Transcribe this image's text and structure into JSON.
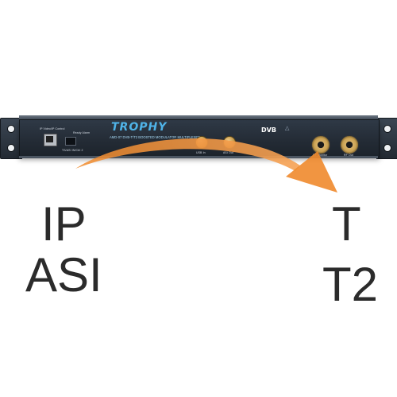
{
  "device": {
    "brand": "TROPHY",
    "subtitle": "AMD-07 DVB-T/T2 BOOSTED MODULATOR MULTIPLEXER",
    "panel_labels": {
      "ip_control": "IP Video/IP Control",
      "ready_alarm": "Ready Alarm",
      "asi_input": "TS/ASI IN/Ctrl 2",
      "knob1": "USB In",
      "knob2": "ASI Out",
      "rf_monitor": "RF Monitor",
      "rf_out": "RF Out"
    },
    "dvb_logo": "DVB",
    "accent_color": "#4fb3e8",
    "arrow_color": "#f08a2c"
  },
  "labels": {
    "input_1": "IP",
    "input_2": "ASI",
    "output_1": "T",
    "output_2": "T2"
  }
}
